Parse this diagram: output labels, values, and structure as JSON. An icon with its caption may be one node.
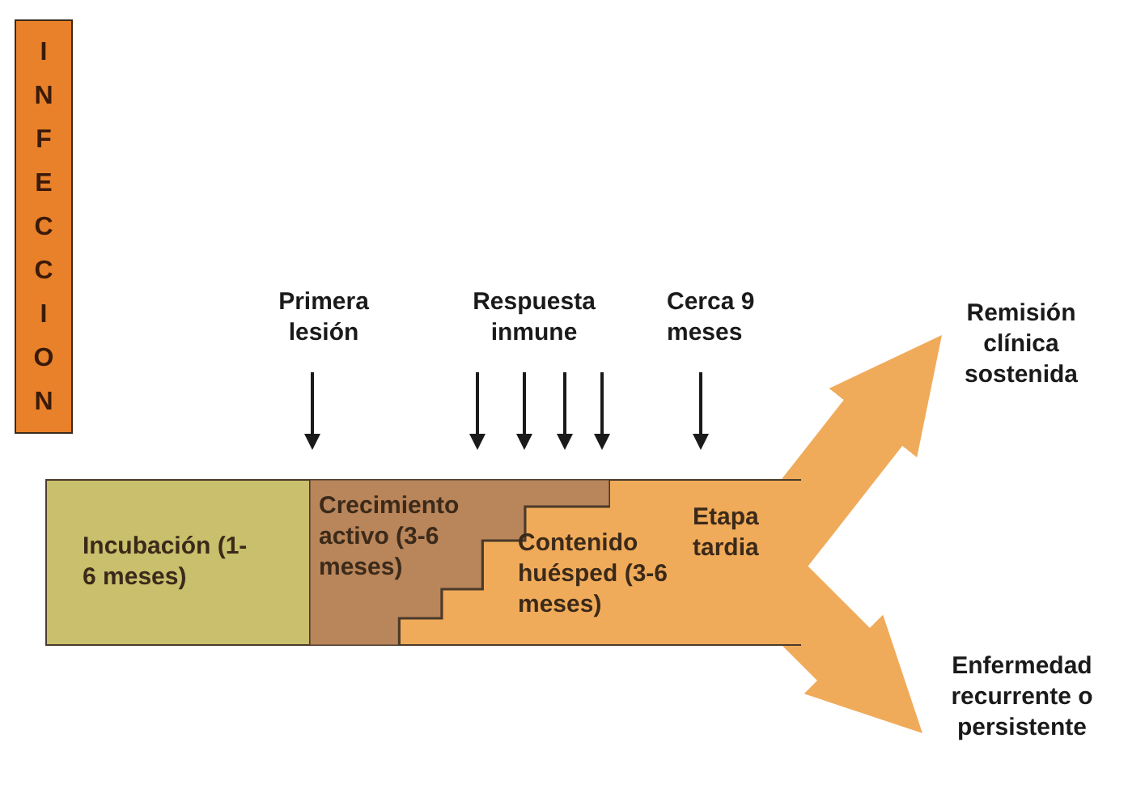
{
  "diagram": {
    "nodes": [
      {
        "text": [
          "INFECCION"
        ]
      },
      {
        "text": [
          "Primera lesión"
        ]
      },
      {
        "text": [
          "Respuesta inmune"
        ]
      },
      {
        "text": [
          "Cerca 9 meses"
        ]
      },
      {
        "text": [
          "Remisión clínica sostenida"
        ]
      },
      {
        "text": [
          "Incubación (1-6 meses)"
        ]
      },
      {
        "text": [
          "Crecimiento activo (3-6 meses)"
        ]
      },
      {
        "text": [
          "Contenido huésped (3-6 meses)"
        ]
      },
      {
        "text": [
          "Etapa tardia"
        ]
      },
      {
        "text": [
          "Enfermedad recurrente o persistente"
        ]
      }
    ],
    "edges": [
      {
        "from": 1,
        "to": 6,
        "arrow": "to"
      },
      {
        "from": 2,
        "to": 6,
        "arrow": "to"
      },
      {
        "from": 2,
        "to": 6,
        "arrow": "to"
      },
      {
        "from": 2,
        "to": 6,
        "arrow": "to"
      },
      {
        "from": 2,
        "to": 6,
        "arrow": "to"
      },
      {
        "from": 3,
        "to": 8,
        "arrow": "to"
      },
      {
        "from": 8,
        "to": 4,
        "arrow": "to",
        "style": "thick",
        "color": "#f0ab5a"
      },
      {
        "from": 8,
        "to": 9,
        "arrow": "to",
        "style": "thick",
        "color": "#f0ab5a"
      }
    ]
  }
}
